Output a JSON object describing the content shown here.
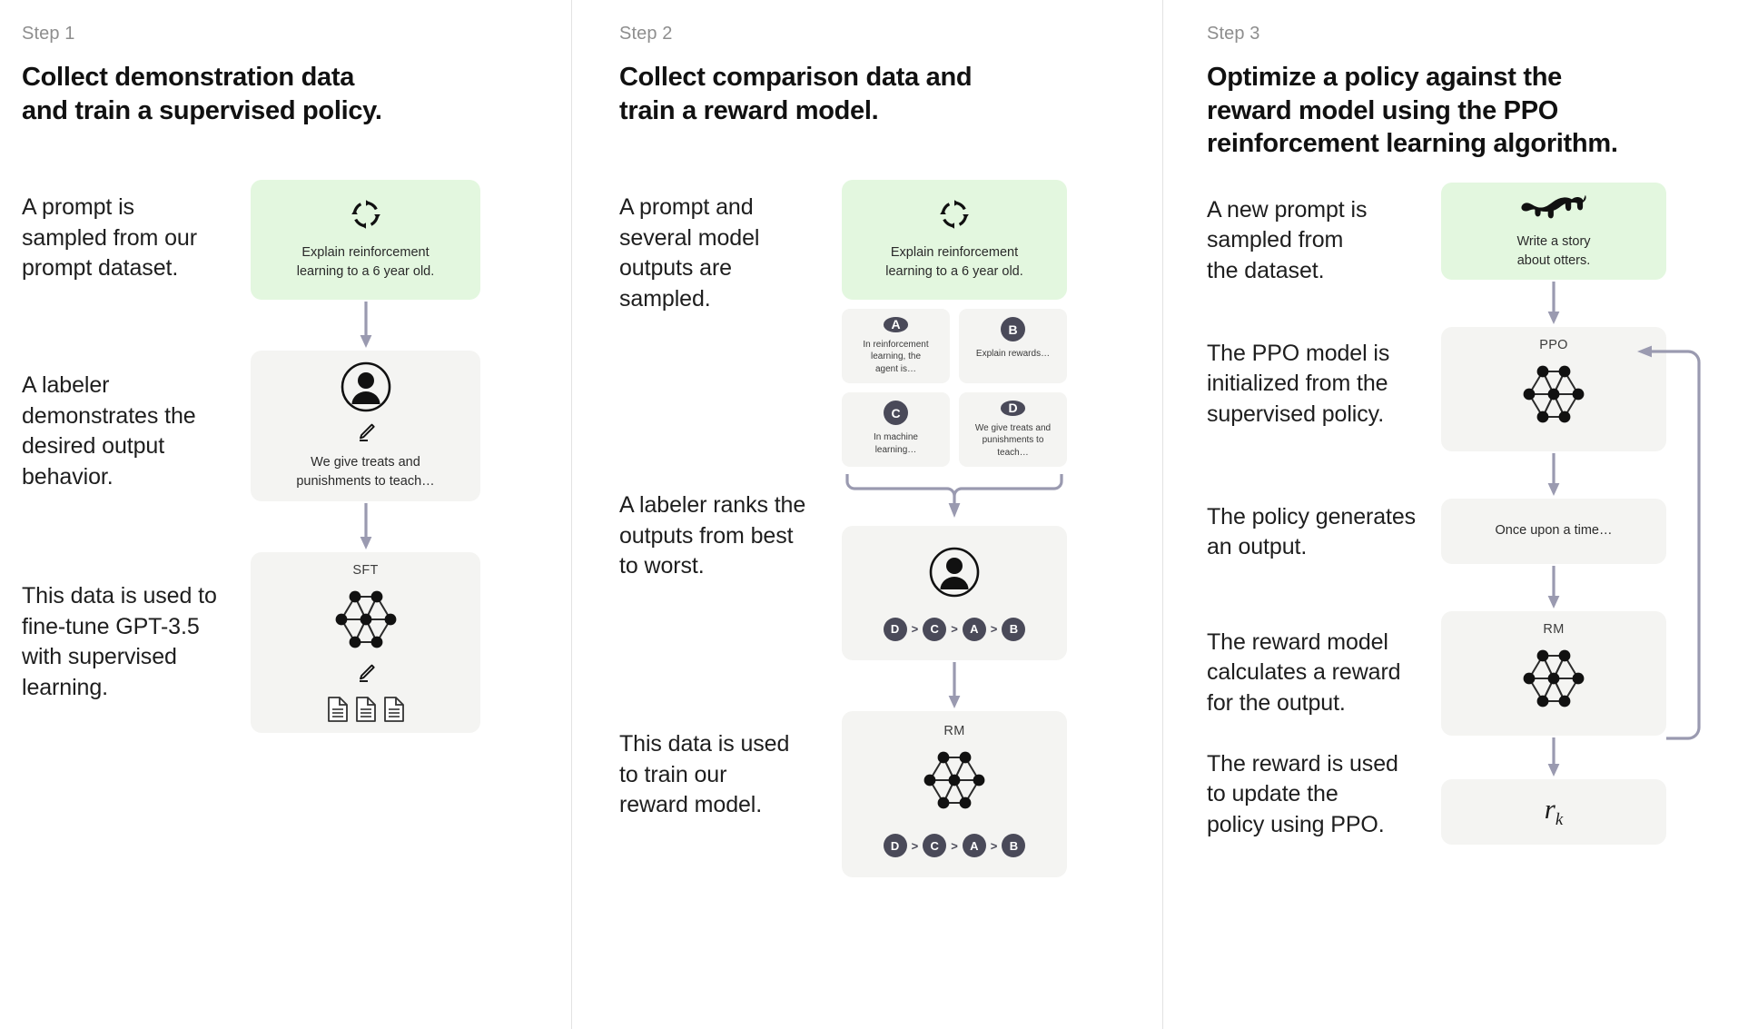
{
  "diagram": {
    "title": "RLHF three-step training diagram",
    "colors": {
      "prompt_card_bg": "#e3f7df",
      "card_bg": "#f4f4f2",
      "badge_bg": "#4a4a59",
      "arrow": "#9a9ab0",
      "divider": "#e2e2e2",
      "step_label": "#8e8e8e"
    }
  },
  "steps": [
    {
      "label": "Step 1",
      "title": "Collect demonstration data\nand train a supervised policy.",
      "descriptions": [
        "A prompt is\nsampled from our\nprompt dataset.",
        "A labeler\ndemonstrates the\ndesired output\nbehavior.",
        "This data is used to\nfine-tune GPT-3.5\nwith supervised\nlearning."
      ],
      "cards": {
        "prompt": {
          "icon": "cycle-arrows-icon",
          "text": "Explain reinforcement\nlearning to a 6 year old."
        },
        "labeler": {
          "icon": "person-icon",
          "pencil": "pencil-icon",
          "text": "We give treats and\npunishments to teach…"
        },
        "model": {
          "tag": "SFT",
          "icon": "neural-network-icon",
          "pencil": "pencil-icon",
          "docs_icon": "documents-icon",
          "doc_count": 3
        }
      }
    },
    {
      "label": "Step 2",
      "title": "Collect comparison data and\ntrain a reward model.",
      "descriptions": [
        "A prompt and\nseveral model\noutputs are\nsampled.",
        "A labeler ranks the\noutputs from best\nto worst.",
        "This data is used\nto train our\nreward model."
      ],
      "cards": {
        "prompt": {
          "icon": "cycle-arrows-icon",
          "text": "Explain reinforcement\nlearning to a 6 year old."
        },
        "outputs": [
          {
            "badge": "A",
            "text": "In reinforcement\nlearning, the\nagent is…"
          },
          {
            "badge": "B",
            "text": "Explain rewards…"
          },
          {
            "badge": "C",
            "text": "In machine\nlearning…"
          },
          {
            "badge": "D",
            "text": "We give treats and\npunishments to\nteach…"
          }
        ],
        "labeler": {
          "icon": "person-icon",
          "ranking": [
            "D",
            "C",
            "A",
            "B"
          ],
          "separator": ">"
        },
        "reward_model": {
          "tag": "RM",
          "icon": "neural-network-icon",
          "ranking": [
            "D",
            "C",
            "A",
            "B"
          ],
          "separator": ">"
        }
      }
    },
    {
      "label": "Step 3",
      "title": "Optimize a policy against the\nreward model using the PPO\nreinforcement learning algorithm.",
      "descriptions": [
        "A new prompt is\nsampled from\nthe dataset.",
        "The PPO model is\ninitialized from the\nsupervised policy.",
        "The policy generates\nan output.",
        "The reward model\ncalculates a reward\nfor the output.",
        "The reward is used\nto update the\npolicy using PPO."
      ],
      "cards": {
        "prompt": {
          "icon": "otter-icon",
          "text": "Write a story\nabout otters."
        },
        "policy": {
          "tag": "PPO",
          "icon": "neural-network-icon"
        },
        "output": {
          "text": "Once upon a time…"
        },
        "reward_model": {
          "tag": "RM",
          "icon": "neural-network-icon"
        },
        "reward": {
          "symbol": "r",
          "subscript": "k"
        }
      }
    }
  ]
}
